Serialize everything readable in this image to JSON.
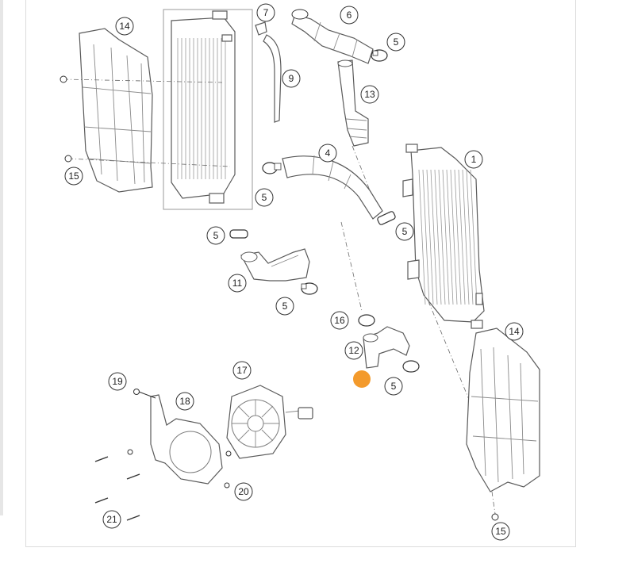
{
  "callouts": [
    "14",
    "7",
    "6",
    "5",
    "9",
    "13",
    "15",
    "4",
    "5",
    "1",
    "5",
    "5",
    "11",
    "5",
    "16",
    "14",
    "12",
    "5",
    "19",
    "17",
    "18",
    "20",
    "21",
    "15"
  ],
  "colors": {
    "marker": "#f39a2c",
    "line": "#5a5a5a"
  }
}
